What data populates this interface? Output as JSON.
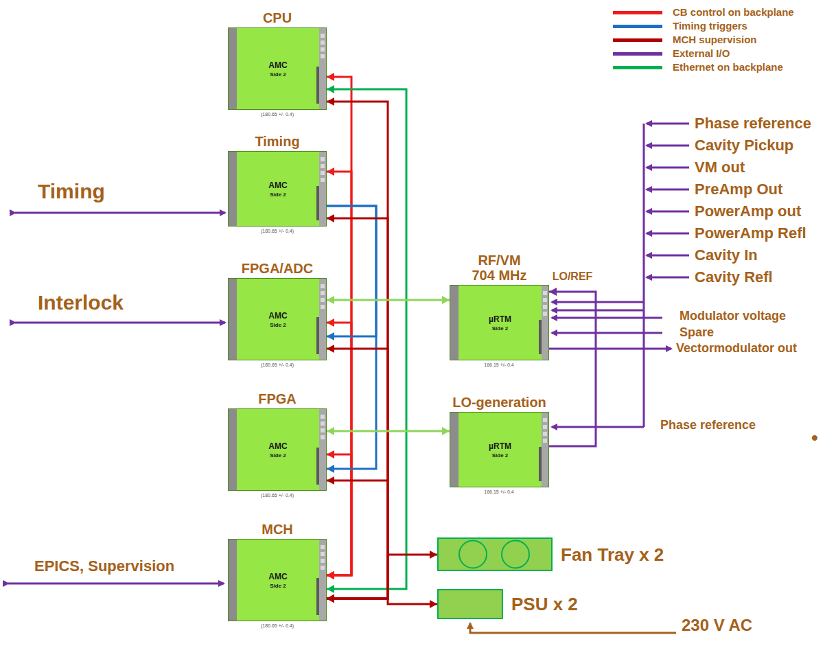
{
  "diagram": {
    "nodes": [
      {
        "text": [
          "CPU",
          "AMC",
          "Side 2"
        ]
      },
      {
        "text": [
          "Timing",
          "AMC",
          "Side 2"
        ]
      },
      {
        "text": [
          "FPGA/ADC",
          "AMC",
          "Side 2"
        ]
      },
      {
        "text": [
          "FPGA",
          "AMC",
          "Side 2"
        ]
      },
      {
        "text": [
          "MCH",
          "AMC",
          "Side 2"
        ]
      },
      {
        "text": [
          "RF/VM 704 MHz",
          "µRTM",
          "Side 2"
        ]
      },
      {
        "text": [
          "LO-generation",
          "µRTM",
          "Side 2"
        ]
      },
      {
        "text": [
          "Fan Tray x 2"
        ]
      },
      {
        "text": [
          "PSU x 2"
        ]
      }
    ],
    "edges": [
      {
        "from": 4,
        "to": 0,
        "arrow": "both"
      },
      {
        "from": 4,
        "to": 1,
        "arrow": "both"
      },
      {
        "from": 4,
        "to": 2,
        "arrow": "both"
      },
      {
        "from": 4,
        "to": 3,
        "arrow": "both"
      },
      {
        "from": 4,
        "to": 0,
        "arrow": "both"
      },
      {
        "from": 1,
        "to": 2,
        "arrow": "to"
      },
      {
        "from": 1,
        "to": 3,
        "arrow": "to"
      },
      {
        "from": 4,
        "to": 0,
        "arrow": "both"
      },
      {
        "from": 4,
        "to": 1,
        "arrow": "both"
      },
      {
        "from": 4,
        "to": 2,
        "arrow": "both"
      },
      {
        "from": 4,
        "to": 3,
        "arrow": "both"
      },
      {
        "from": 4,
        "to": 7,
        "arrow": "both"
      },
      {
        "from": 4,
        "to": 8,
        "arrow": "both"
      },
      {
        "from": 2,
        "to": 5,
        "arrow": "both"
      },
      {
        "from": 3,
        "to": 6,
        "arrow": "both"
      },
      {
        "from": 6,
        "to": 5,
        "label": "LO/REF",
        "arrow": "to"
      }
    ],
    "labels": [
      "Timing",
      "Interlock",
      "EPICS, Supervision",
      "Phase reference",
      "Cavity Pickup",
      "VM out",
      "PreAmp Out",
      "PowerAmp out",
      "PowerAmp Refl",
      "Cavity In",
      "Cavity Refl",
      "Modulator voltage",
      "Spare",
      "Vectormodulator out",
      "Phase reference",
      "230 V AC",
      "•",
      "(180.65 +/- 0.4)",
      "(180.65 +/- 0.4)",
      "(180.65 +/- 0.4)",
      "(180.65 +/- 0.4)",
      "(180.65 +/- 0.4)",
      "166.15 +/- 0.4",
      "166.15 +/- 0.4"
    ],
    "legend": [
      {
        "text": "CB control on backplane",
        "color": "#ee1c1c"
      },
      {
        "text": "Timing triggers",
        "color": "#1f6fc4"
      },
      {
        "text": "MCH supervision",
        "color": "#b00000"
      },
      {
        "text": "External I/O",
        "color": "#7030a0"
      },
      {
        "text": "Ethernet on backplane",
        "color": "#00b050"
      }
    ]
  }
}
